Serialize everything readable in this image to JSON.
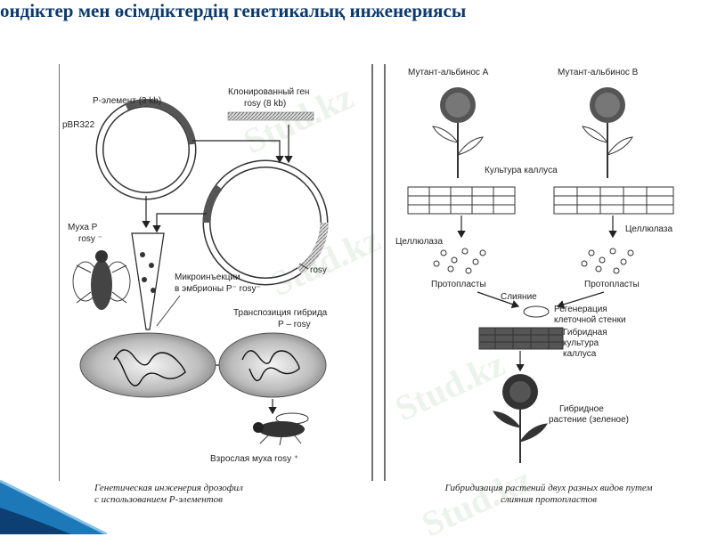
{
  "slide": {
    "title": "ондіктер мен өсімдіктердің генетикалық инженериясы",
    "watermark": "Stud.kz"
  },
  "left_panel": {
    "p_element": "Р-элемент (3 kb)",
    "pbr322": "pBR322",
    "cloned_gene_1": "Клонированный ген",
    "cloned_gene_2": "rosy (8 kb)",
    "fly_p_1": "Муха Р",
    "fly_p_2": "rosy ⁻",
    "rosy": "rosy",
    "microinj_1": "Микроинъекции",
    "microinj_2": "в эмбрионы Р⁻ rosy⁻",
    "transpos_1": "Транспозиция гибрида",
    "transpos_2": "Р – rosy",
    "adult_fly": "Взрослая муха rosy ⁺",
    "caption_1": "Генетическая инженерия дрозофил",
    "caption_2": "с использованием Р-элементов"
  },
  "right_panel": {
    "mutant_a": "Мутант-альбинос А",
    "mutant_b": "Мутант-альбинос В",
    "callus": "Культура каллуса",
    "cellulase_left": "Целлюлаза",
    "cellulase_right": "Целлюлаза",
    "protoplasts_left": "Протопласты",
    "protoplasts_right": "Протопласты",
    "fusion": "Слияние",
    "regen_1": "Регенерация",
    "regen_2": "клеточной стенки",
    "hybrid_1": "Гибридная",
    "hybrid_2": "культура",
    "hybrid_3": "каллуса",
    "hybrid_plant_1": "Гибридное",
    "hybrid_plant_2": "растение (зеленое)",
    "caption_1": "Гибридизация растений двух разных видов путем",
    "caption_2": "слияния протопластов"
  }
}
